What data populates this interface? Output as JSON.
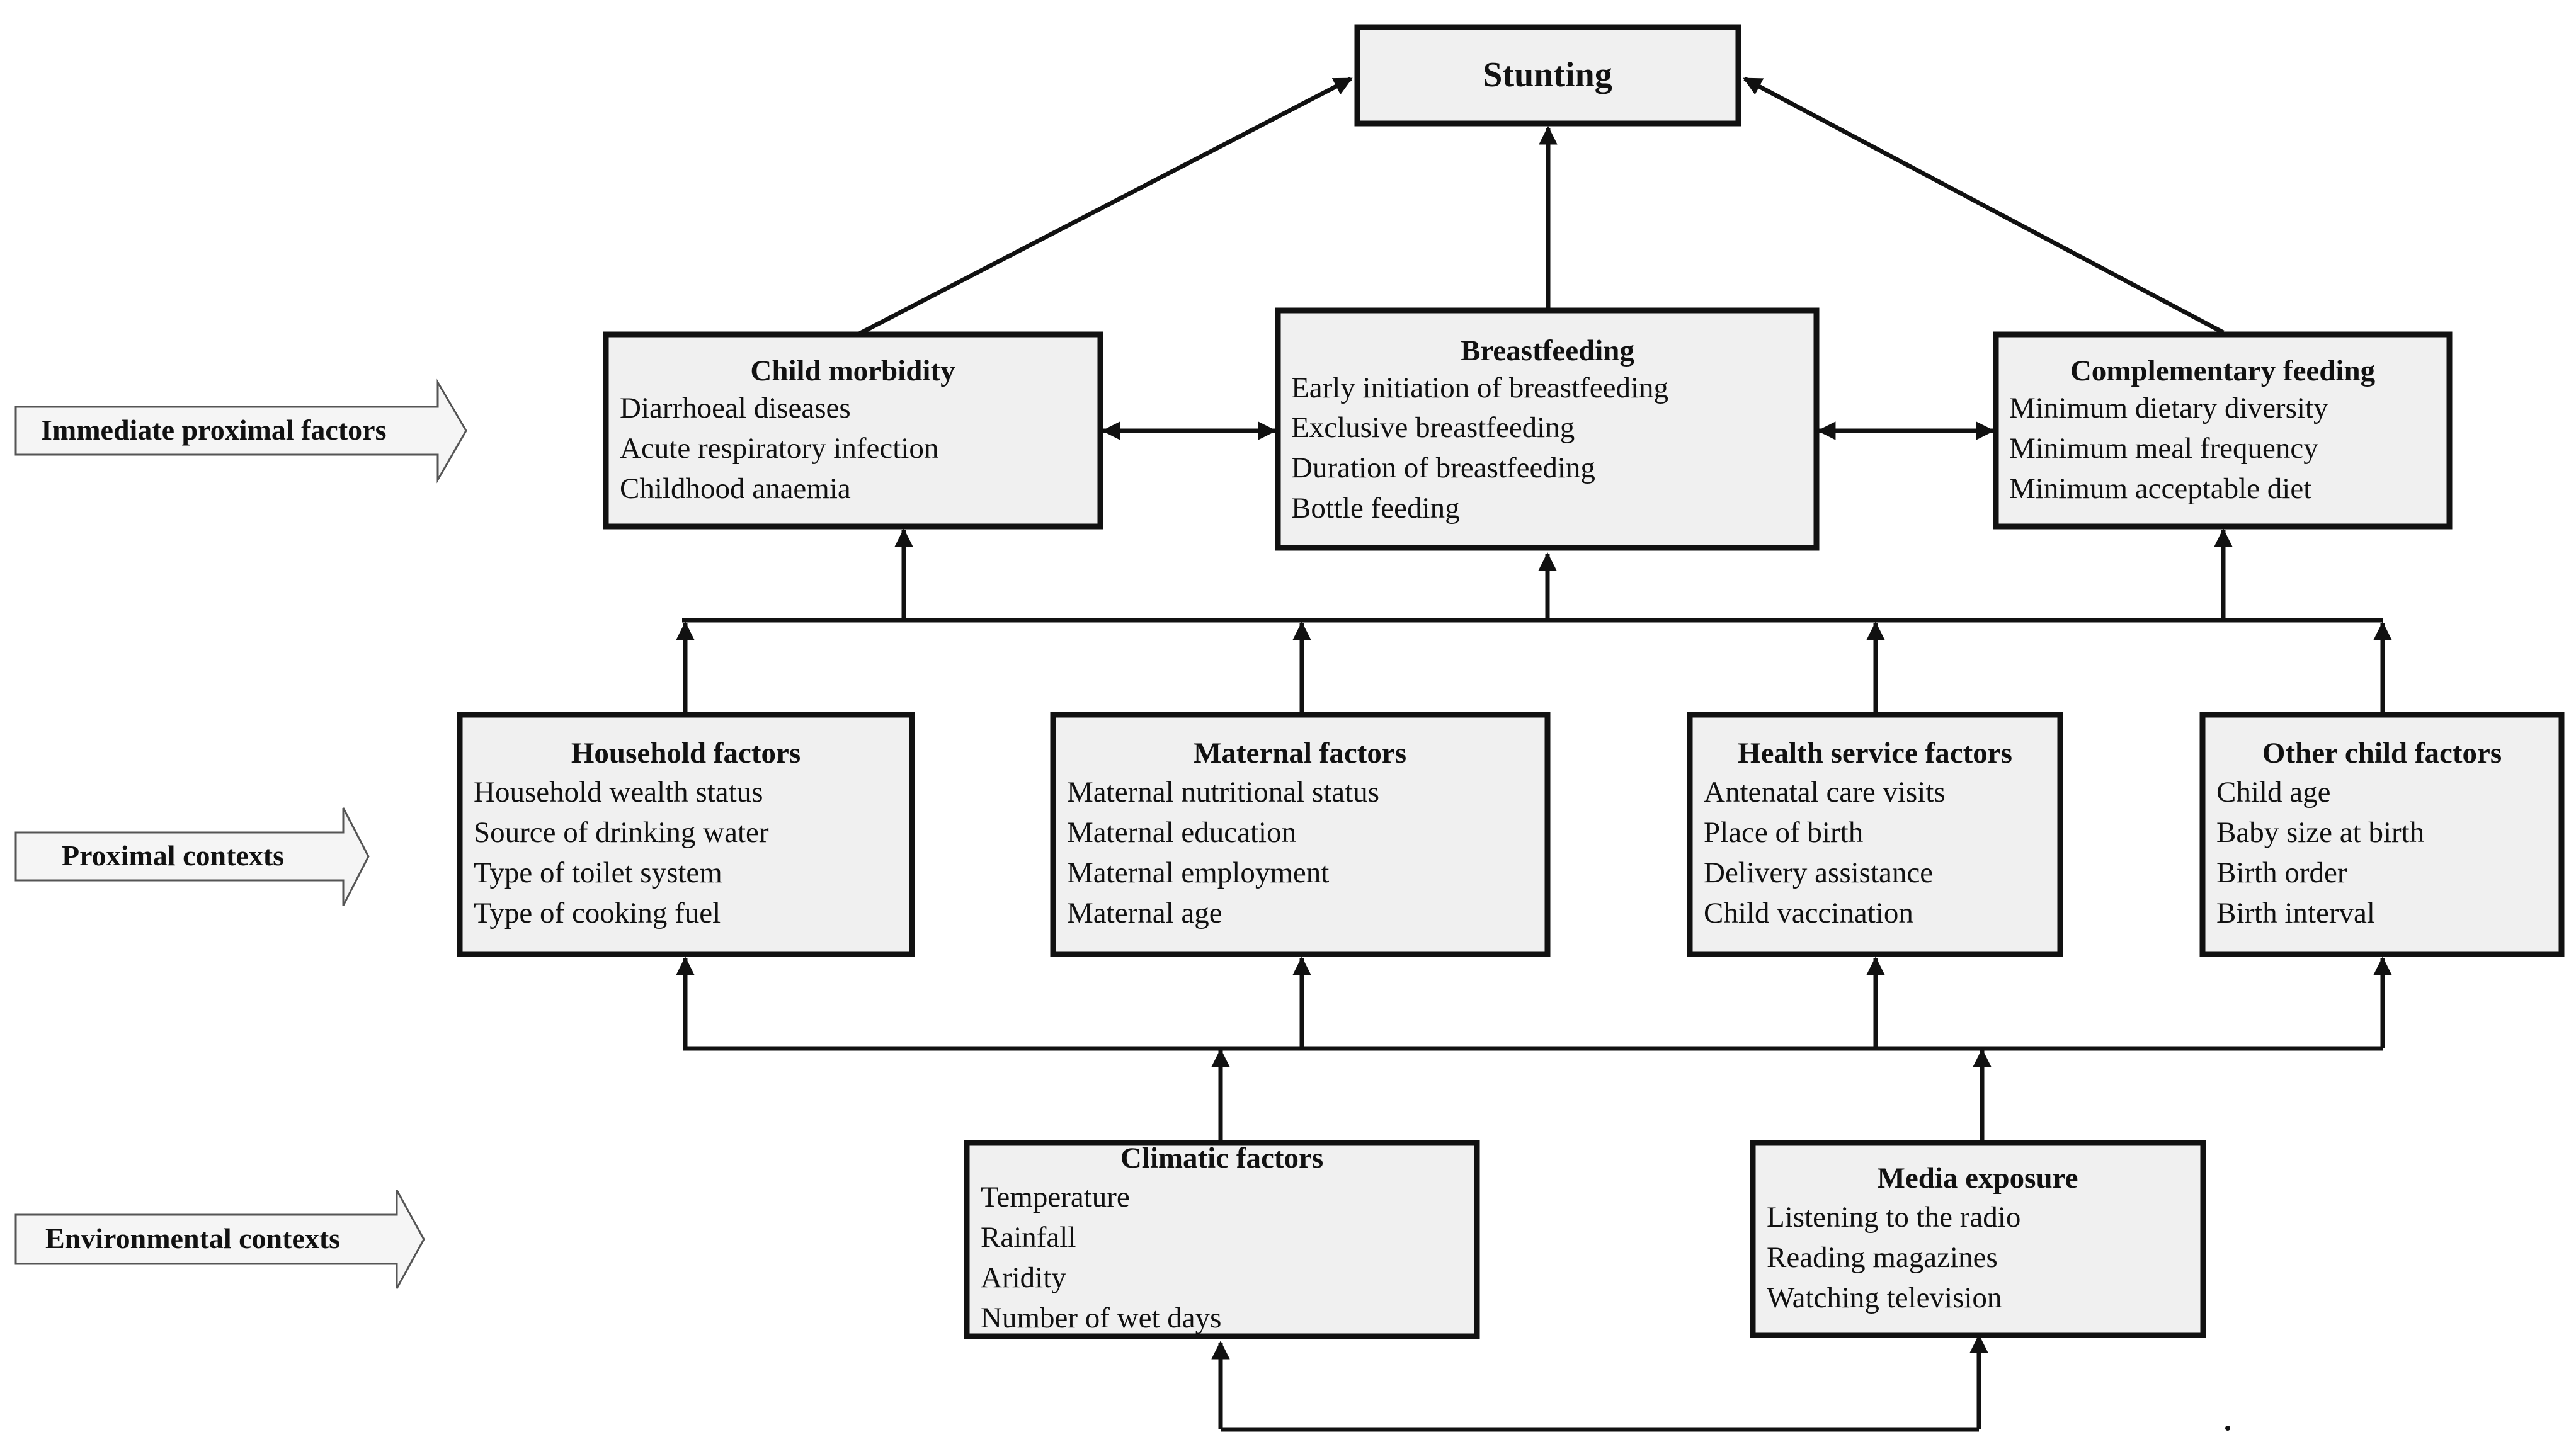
{
  "outcome": {
    "title": "Stunting"
  },
  "levels": {
    "immediate": "Immediate proximal factors",
    "proximal": "Proximal contexts",
    "environmental": "Environmental contexts"
  },
  "immediate_boxes": {
    "child_morbidity": {
      "title": "Child morbidity",
      "items": [
        "Diarrhoeal diseases",
        "Acute respiratory infection",
        "Childhood anaemia"
      ]
    },
    "breastfeeding": {
      "title": "Breastfeeding",
      "items": [
        "Early initiation of breastfeeding",
        "Exclusive breastfeeding",
        "Duration of breastfeeding",
        "Bottle feeding"
      ]
    },
    "complementary_feeding": {
      "title": "Complementary feeding",
      "items": [
        "Minimum dietary diversity",
        "Minimum meal frequency",
        "Minimum acceptable diet"
      ]
    }
  },
  "proximal_boxes": {
    "household": {
      "title": "Household factors",
      "items": [
        "Household wealth status",
        "Source of drinking water",
        "Type of toilet system",
        "Type of cooking fuel"
      ]
    },
    "maternal": {
      "title": "Maternal factors",
      "items": [
        "Maternal nutritional status",
        "Maternal education",
        "Maternal employment",
        "Maternal age"
      ]
    },
    "health_service": {
      "title": "Health service factors",
      "items": [
        "Antenatal care visits",
        "Place of birth",
        "Delivery assistance",
        "Child vaccination"
      ]
    },
    "other_child": {
      "title": "Other child factors",
      "items": [
        "Child age",
        "Baby size at birth",
        "Birth order",
        "Birth interval"
      ]
    }
  },
  "environmental_boxes": {
    "climatic": {
      "title": "Climatic factors",
      "items": [
        "Temperature",
        "Rainfall",
        "Aridity",
        "Number of wet days"
      ]
    },
    "media": {
      "title": "Media exposure",
      "items": [
        "Listening to the radio",
        "Reading magazines",
        "Watching television"
      ]
    }
  }
}
